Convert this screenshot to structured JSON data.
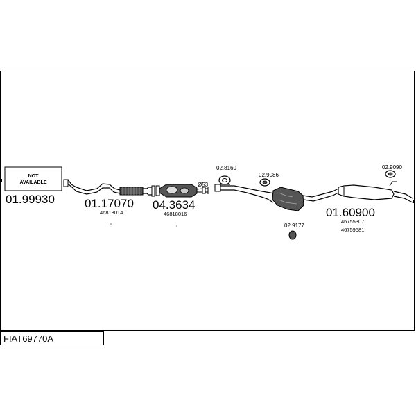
{
  "title": "FIAT69770A",
  "not_available": {
    "line1": "NOT",
    "line2": "AVAILABLE"
  },
  "parts": [
    {
      "code": "01.99930",
      "refs": []
    },
    {
      "code": "01.17070",
      "refs": [
        "46818014"
      ]
    },
    {
      "code": "04.3634",
      "refs": [
        "46818016"
      ]
    },
    {
      "code": "01.60900",
      "refs": [
        "46755307",
        "46759581"
      ]
    }
  ],
  "accessories": [
    {
      "code": "02.8160"
    },
    {
      "code": "02.9086"
    },
    {
      "code": "02.9177"
    },
    {
      "code": "02.9090"
    }
  ],
  "pipe_note": "Ø53",
  "colors": {
    "line": "#000000",
    "part_fill": "#444444",
    "background": "#ffffff"
  }
}
